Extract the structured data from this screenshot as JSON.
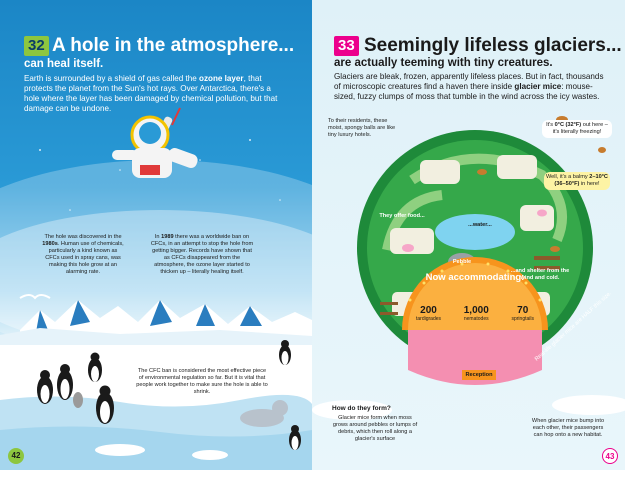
{
  "left": {
    "number": "32",
    "title": "A hole in the atmosphere...",
    "subtitle": "can heal itself.",
    "intro_parts": {
      "a": "Earth is surrounded by a shield of gas called the ",
      "b": "ozone layer",
      "c": ", that protects the planet from the Sun's hot rays. Over Antarctica, there's a hole where the layer has been damaged by chemical pollution, but that damage can be undone."
    },
    "note1": {
      "a": "The hole was discovered in the ",
      "b": "1980s",
      "c": ". Human use of chemicals, particularly a kind known as CFCs used in spray cans, was making this hole grow at an alarming rate."
    },
    "note2": {
      "a": "In ",
      "b": "1989",
      "c": " there was a worldwide ban on CFCs, in an attempt to stop the hole from getting bigger. Records have shown that as CFCs disappeared from the atmosphere, the ozone layer started to thicken up – literally healing itself."
    },
    "note3": "The CFC ban is considered the most effective piece of environmental regulation so far. But it is vital that people work together to make sure the hole is able to shrink.",
    "page_number": "42"
  },
  "right": {
    "number": "33",
    "title": "Seemingly lifeless glaciers...",
    "subtitle": "are actually teeming with tiny creatures.",
    "intro_parts": {
      "a": "Glaciers are bleak, frozen, apparently lifeless places. But in fact, thousands of microscopic creatures find a haven there inside ",
      "b": "glacier mice",
      "c": ": mouse-sized, fuzzy clumps of moss that tumble in the wind across the icy wastes."
    },
    "note_residents": "To their residents, these moist, spongy balls are like tiny luxury hotels.",
    "temp_cold": {
      "a": "It's ",
      "b": "0°C (32°F)",
      "c": " out here – it's literally freezing!"
    },
    "temp_warm": {
      "a": "Well, it's a balmy ",
      "b": "2–10°C (36–50°F)",
      "c": " in here!"
    },
    "food": "They offer food...",
    "water": "...water...",
    "pebble": "Pebble",
    "shelter": "...and shelter from the wind and cold.",
    "sign_title": "Now accommodating:",
    "stats": [
      {
        "value": "200",
        "label": "tardigrades"
      },
      {
        "value": "1,000",
        "label": "nematodes"
      },
      {
        "value": "70",
        "label": "springtails"
      }
    ],
    "reception": "Reception",
    "size_note": "Real-life glacier mice are HALF this size.",
    "form_q": "How do they form?",
    "form_a": "Glacier mice form when moss grows around pebbles or lumps of debris, which then roll along a glacier's surface",
    "bump": "When glacier mice bump into each other, their passengers can hop onto a new habitat.",
    "page_number": "43"
  },
  "colors": {
    "left_badge": "#8dc63f",
    "right_badge": "#ec008c",
    "glacier_green": "#35a84a",
    "sign_orange": "#f7941d"
  }
}
